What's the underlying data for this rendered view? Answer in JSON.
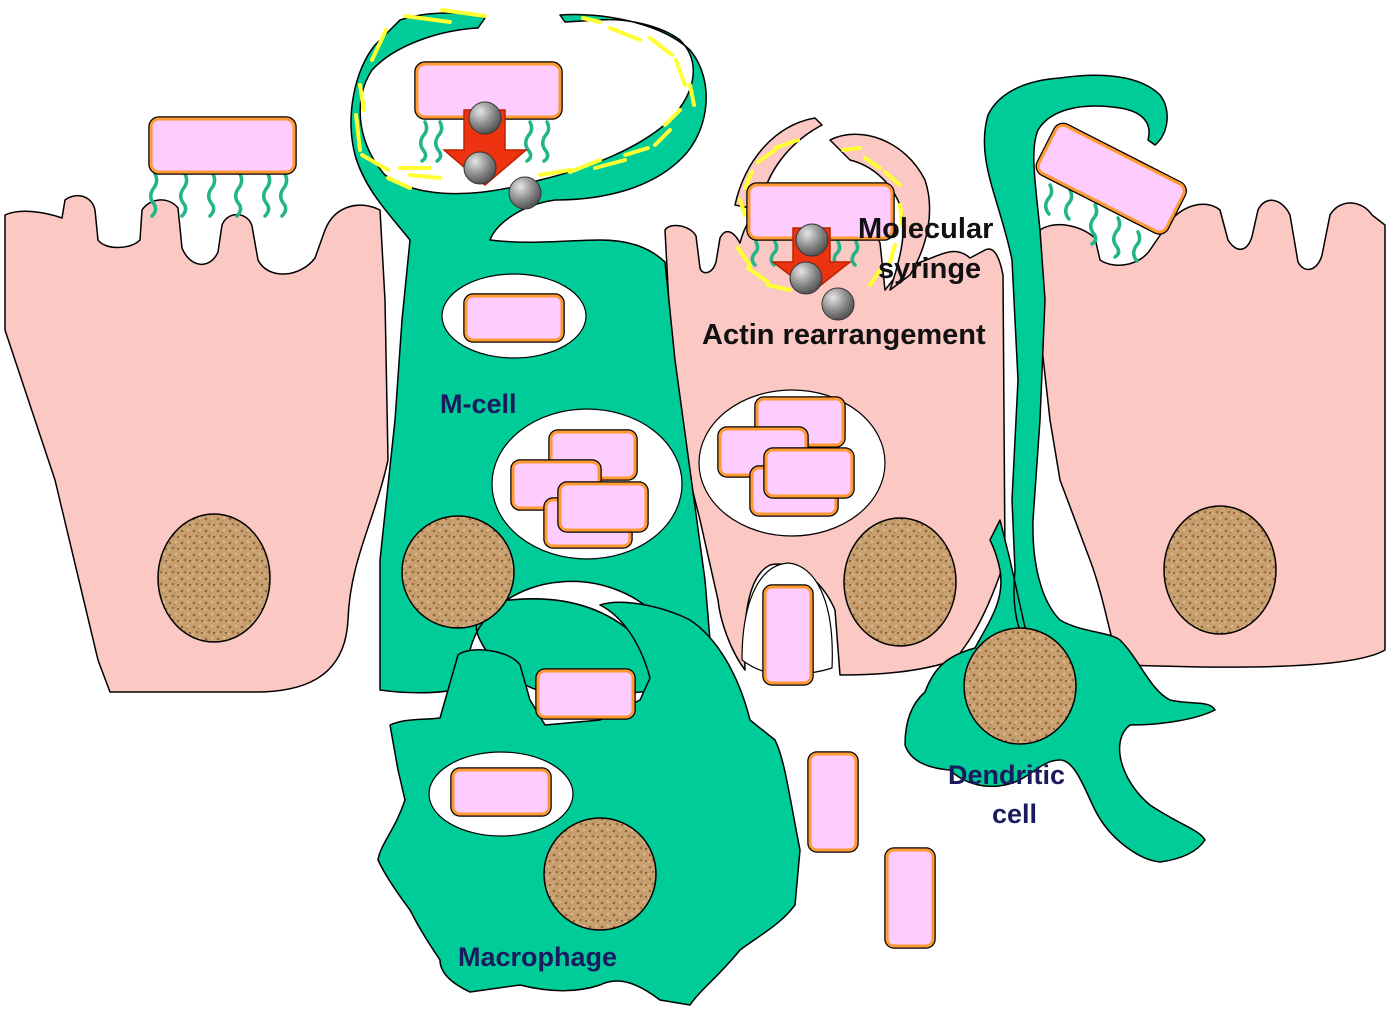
{
  "labels": {
    "m_cell": "M-cell",
    "macrophage": "Macrophage",
    "dendritic_line1": "Dendritic",
    "dendritic_line2": "cell",
    "molecular_line1": "Molecular",
    "molecular_line2": "syringe",
    "actin": "Actin rearrangement"
  },
  "colors": {
    "epithelial_cell": "#fbc8c4",
    "immune_cell": "#00cc99",
    "bacterium_fill": "#ffccff",
    "bacterium_outline": "#ff9933",
    "actin": "#ffff33",
    "injection_arrow": "#ee3311",
    "nucleus": "#c49a6c"
  }
}
